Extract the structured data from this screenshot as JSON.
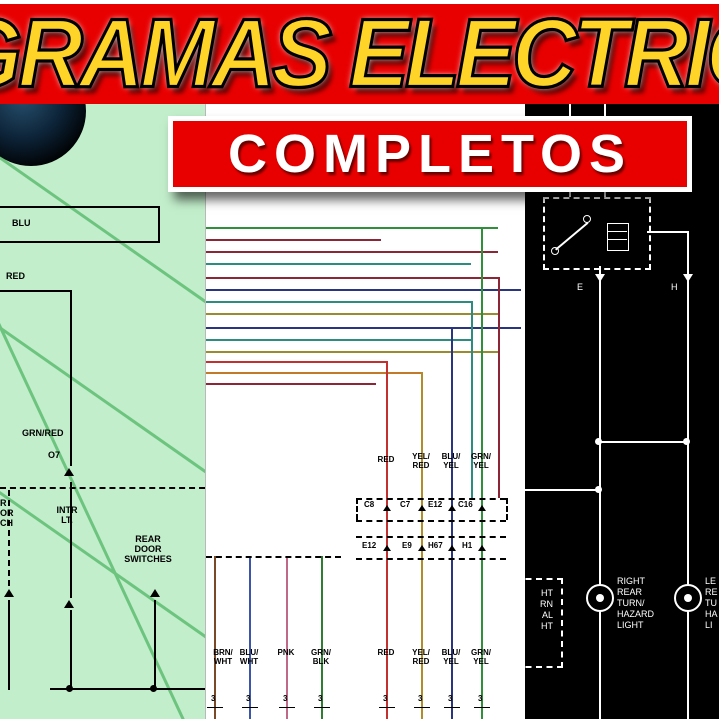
{
  "banner": {
    "title": "GRAMAS ELECTRIC",
    "subtitle": "COMPLETOS",
    "colors": {
      "banner_bg": "#e80000",
      "title_fill": "#ffd428",
      "subtitle_fill": "#ffffff"
    }
  },
  "left_panel": {
    "bg_color": "#c2eecb",
    "labels": {
      "wire_blu": "BLU",
      "wire_red": "RED",
      "wire_grn_red": "GRN/RED",
      "connector_o7": "O7",
      "intr_lt": "INTR\nLT.",
      "rear_door_switches": "REAR\nDOOR\nSWITCHES",
      "left_edge_partial": "R\nOR\nCH"
    }
  },
  "mid_panel": {
    "bg_color": "#ffffff",
    "wire_labels": [
      "RED",
      "YEL/\nRED",
      "BLU/\nYEL",
      "GRN/\nYEL"
    ],
    "connector_row1": [
      "C8",
      "C7",
      "E12",
      "C16"
    ],
    "connector_row2": [
      "E12",
      "E9",
      "H67",
      "H1"
    ],
    "bottom_pins": [
      {
        "label": "BRN/\nWHT",
        "pin": "3"
      },
      {
        "label": "BLU/\nWHT",
        "pin": "3"
      },
      {
        "label": "PNK",
        "pin": "3"
      },
      {
        "label": "GRN/\nBLK",
        "pin": "3"
      },
      {
        "label": "RED",
        "pin": "3"
      },
      {
        "label": "YEL/\nRED",
        "pin": "3"
      },
      {
        "label": "BLU/\nYEL",
        "pin": "3"
      },
      {
        "label": "GRN/\nYEL",
        "pin": "3"
      }
    ]
  },
  "right_panel": {
    "bg_color": "#000000",
    "labels": {
      "point_e": "E",
      "point_h": "H",
      "right_rear_lamp": "RIGHT\nREAR\nTURN/\nHAZARD\nLIGHT",
      "left_rear_lamp_partial": "LE\nRE\nTU\nHA\nLI",
      "left_edge_partial": "HT\nRN\nAL\nHT"
    }
  }
}
